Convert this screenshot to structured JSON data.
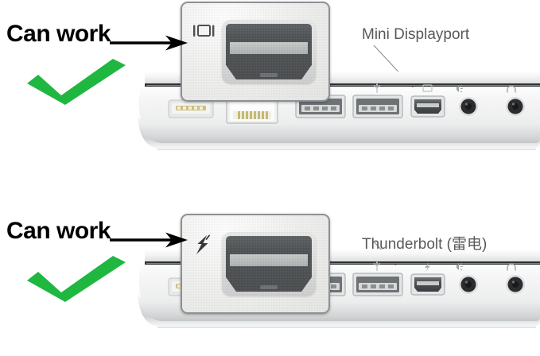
{
  "meta": {
    "background_color": "#ffffff",
    "check_color": "#1fb740",
    "arrow_color": "#000000",
    "label_color": "#595959",
    "callout_border_color": "#8d9094",
    "port_dark_color": "#4f5254"
  },
  "panels": [
    {
      "id": "mini-displayport",
      "verdict": "Can work",
      "port_label": "Mini Displayport",
      "callout_glyph": "displayport-icon",
      "check": "green-check-icon"
    },
    {
      "id": "thunderbolt",
      "verdict": "Can work",
      "port_label": "Thunderbolt (雷电)",
      "callout_glyph": "thunderbolt-icon",
      "check": "green-check-icon"
    }
  ],
  "laptop": {
    "ports": [
      {
        "name": "magsafe-power-port",
        "icon": ""
      },
      {
        "name": "ethernet-port",
        "icon": ""
      },
      {
        "name": "usb-port-1",
        "icon": "usb-trident-icon"
      },
      {
        "name": "usb-port-2",
        "icon": "usb-trident-icon"
      },
      {
        "name": "mini-displayport-port",
        "icon": "displayport-icon"
      },
      {
        "name": "audio-in-port",
        "icon": "audio-in-icon"
      },
      {
        "name": "headphone-port",
        "icon": "headphone-icon"
      }
    ]
  }
}
